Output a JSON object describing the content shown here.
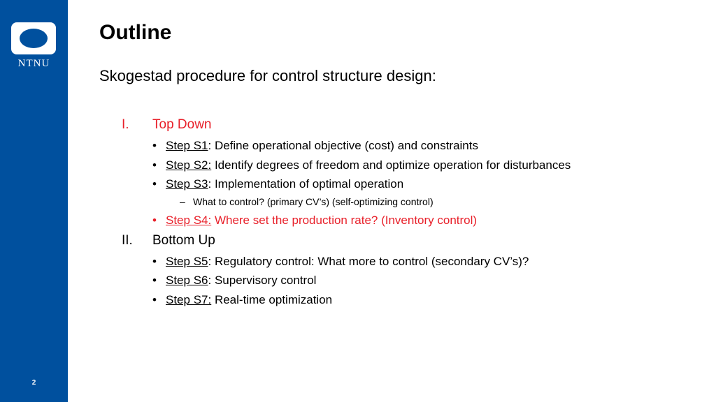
{
  "sidebar": {
    "logo_text": "NTNU",
    "page_number": "2",
    "color": "#00509e"
  },
  "title": "Outline",
  "subtitle": "Skogestad procedure for control structure design:",
  "accent_color": "#e8202a",
  "sections": [
    {
      "numeral": "I.",
      "label": "Top Down",
      "items": [
        {
          "step": "Step S1",
          "text": ": Define operational objective (cost) and constraints"
        },
        {
          "step": "Step S2:",
          "text": " Identify degrees of freedom and optimize operation for disturbances"
        },
        {
          "step": "Step S3",
          "text": ": Implementation of optimal operation",
          "subitem": "What to control? (primary CV’s) (self-optimizing control)"
        },
        {
          "step": "Step S4:",
          "text": " Where set the production rate? (Inventory control)"
        }
      ]
    },
    {
      "numeral": "II.",
      "label": "Bottom Up",
      "items": [
        {
          "step": "Step S5",
          "text": ": Regulatory control: What more to control (secondary CV’s)?"
        },
        {
          "step": "Step S6",
          "text": ": Supervisory control"
        },
        {
          "step": "Step S7:",
          "text": " Real-time optimization"
        }
      ]
    }
  ],
  "bullet_glyph": "•",
  "dash_glyph": "–"
}
